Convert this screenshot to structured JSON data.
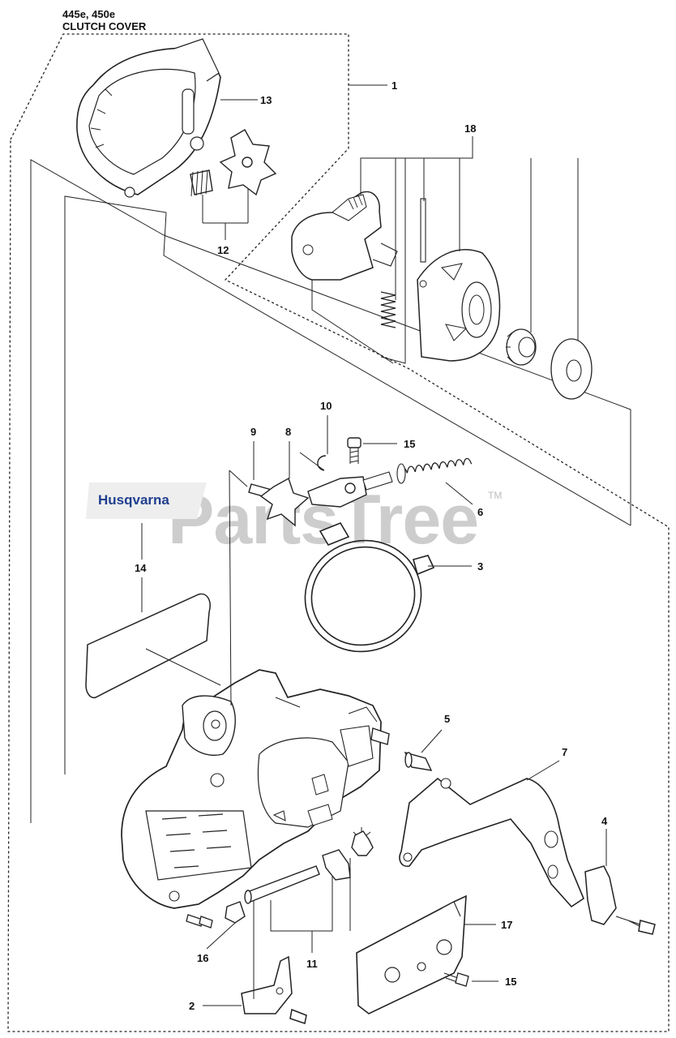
{
  "header": {
    "models": "445e, 450e",
    "section": "CLUTCH COVER"
  },
  "watermark": {
    "text": "PartsTree",
    "trademark": "TM"
  },
  "decal": {
    "logo_text": "Husqvarna",
    "logo_color": "#1f3f8f"
  },
  "callouts": [
    {
      "id": "c1",
      "label": "1"
    },
    {
      "id": "c13",
      "label": "13"
    },
    {
      "id": "c18",
      "label": "18"
    },
    {
      "id": "c12",
      "label": "12"
    },
    {
      "id": "c10",
      "label": "10"
    },
    {
      "id": "c9",
      "label": "9"
    },
    {
      "id": "c8",
      "label": "8"
    },
    {
      "id": "c15a",
      "label": "15"
    },
    {
      "id": "c6",
      "label": "6"
    },
    {
      "id": "c3",
      "label": "3"
    },
    {
      "id": "c14",
      "label": "14"
    },
    {
      "id": "c5",
      "label": "5"
    },
    {
      "id": "c7",
      "label": "7"
    },
    {
      "id": "c4",
      "label": "4"
    },
    {
      "id": "c17",
      "label": "17"
    },
    {
      "id": "c16",
      "label": "16"
    },
    {
      "id": "c11",
      "label": "11"
    },
    {
      "id": "c15b",
      "label": "15"
    },
    {
      "id": "c2",
      "label": "2"
    }
  ]
}
